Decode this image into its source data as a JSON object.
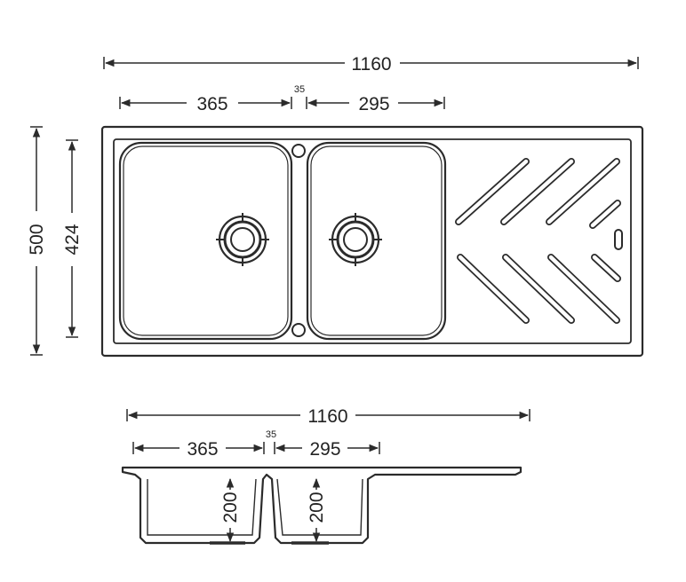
{
  "top_view": {
    "overall_width": "1160",
    "bowl1_width": "365",
    "gap": "35",
    "bowl2_width": "295",
    "overall_depth": "500",
    "inner_depth": "424"
  },
  "side_view": {
    "overall_width": "1160",
    "bowl1_width": "365",
    "gap": "35",
    "bowl2_width": "295",
    "bowl1_depth": "200",
    "bowl2_depth": "200"
  },
  "colors": {
    "line": "#2b2b2b",
    "background": "#ffffff"
  }
}
